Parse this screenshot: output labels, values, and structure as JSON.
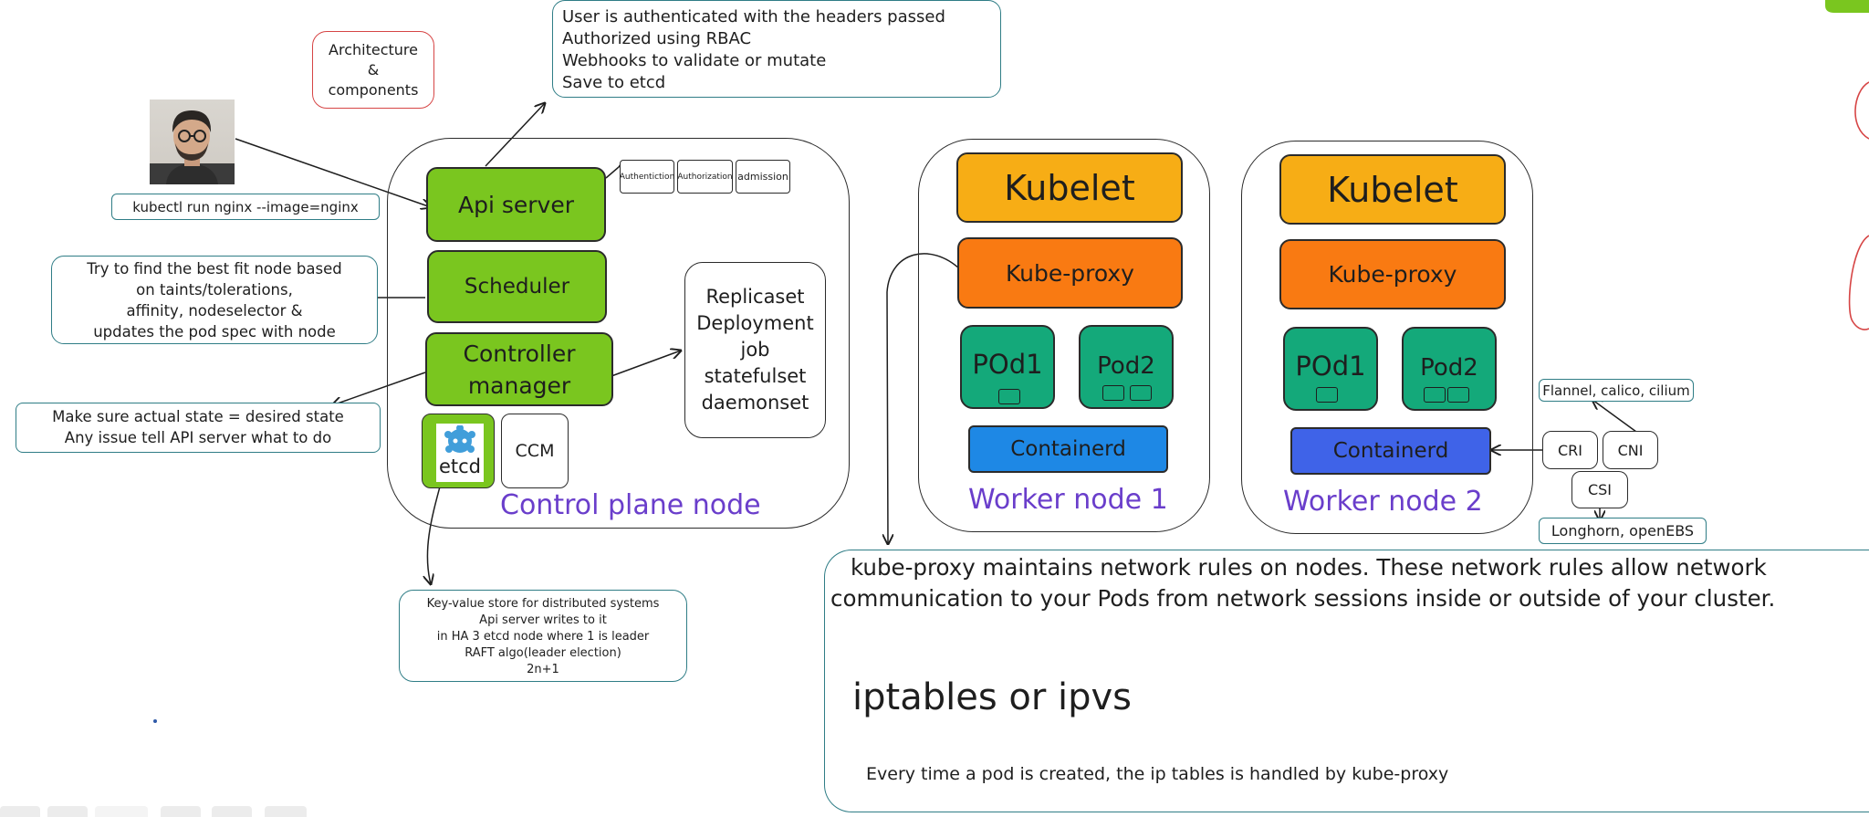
{
  "architecture_note": [
    "Architecture",
    "&",
    "components"
  ],
  "api_flow_note": [
    "User is authenticated with the headers passed",
    "Authorized using RBAC",
    "Webhooks to validate or mutate",
    "Save to etcd"
  ],
  "kubectl_command": "kubectl run nginx --image=nginx",
  "scheduler_note": [
    "Try to find the best fit node based",
    "on taints/tolerations,",
    "affinity, nodeselector &",
    "updates the pod spec with node"
  ],
  "controller_note": [
    "Make sure actual state = desired state",
    "Any issue tell API server what to do"
  ],
  "control_plane": {
    "api_server": "Api server",
    "scheduler": "Scheduler",
    "controller_manager": [
      "Controller",
      "manager"
    ],
    "etcd_logo_text": "etcd",
    "ccm": "CCM",
    "plugins": [
      "Authentiction",
      "Authorization",
      "admission"
    ],
    "controllers": [
      "Replicaset",
      "Deployment",
      "job",
      "statefulset",
      "daemonset"
    ],
    "title": "Control plane node"
  },
  "etcd_note": [
    "Key-value store for distributed systems",
    "Api server writes to it",
    "in HA 3 etcd node where 1 is leader",
    "RAFT algo(leader election)",
    "2n+1"
  ],
  "workers": [
    {
      "kubelet": "Kubelet",
      "kube_proxy": "Kube-proxy",
      "pod1": "POd1",
      "pod2": "Pod2",
      "runtime": "Containerd",
      "title": "Worker node 1"
    },
    {
      "kubelet": "Kubelet",
      "kube_proxy": "Kube-proxy",
      "pod1": "POd1",
      "pod2": "Pod2",
      "runtime": "Containerd",
      "title": "Worker node 2"
    }
  ],
  "interfaces": {
    "cri": "CRI",
    "cni": "CNI",
    "csi": "CSI",
    "cni_examples": "Flannel, calico, cilium",
    "csi_examples": "Longhorn, openEBS"
  },
  "kube_proxy_note": {
    "lines": [
      "kube-proxy maintains network rules on nodes. These network rules allow network",
      "communication to your Pods from network sessions inside or outside of your cluster."
    ],
    "heading": "iptables or ipvs",
    "footer": "Every time a pod is created, the ip tables is handled by kube-proxy"
  },
  "colors": {
    "green": "#7ac61f",
    "kubelet": "#f7ad15",
    "kube_proxy": "#f97a12",
    "pod": "#14a97a",
    "containerd_1": "#1e88e5",
    "containerd_2": "#3f63e8",
    "node_title": "#6a3ecb",
    "note_border": "#2f7d86",
    "red_note_border": "#d64545"
  }
}
